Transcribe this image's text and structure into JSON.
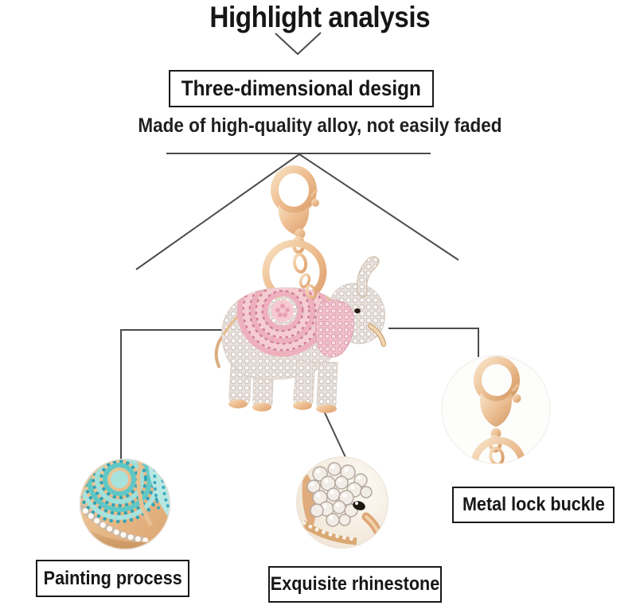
{
  "page": {
    "title": "Highlight analysis",
    "background_color": "#ffffff",
    "text_color": "#1a1a1a",
    "line_color": "#4b4b4b",
    "box_border_color": "#191919"
  },
  "feature": {
    "box_label": "Three-dimensional design",
    "description": "Made of high-quality alloy, not easily faded"
  },
  "product": {
    "main_image": "pink-rhinestone-elephant-keychain-with-gold-lobster-clasp-and-key-ring",
    "colors": {
      "gold": "#e3b083",
      "pink_enamel": "#f4c3cc",
      "pink_rhinestone": "#dd9cb0",
      "clear_rhinestone": "#f0eae5",
      "teal_enamel": "#7fd2d4",
      "blue_rhinestone": "#45b7d3"
    }
  },
  "callouts": [
    {
      "label": "Painting process",
      "image": "teal-enamel-painting-closeup"
    },
    {
      "label": "Exquisite rhinestone",
      "image": "rhinestone-elephant-head-closeup"
    },
    {
      "label": "Metal lock buckle",
      "image": "gold-lobster-clasp-closeup"
    }
  ]
}
